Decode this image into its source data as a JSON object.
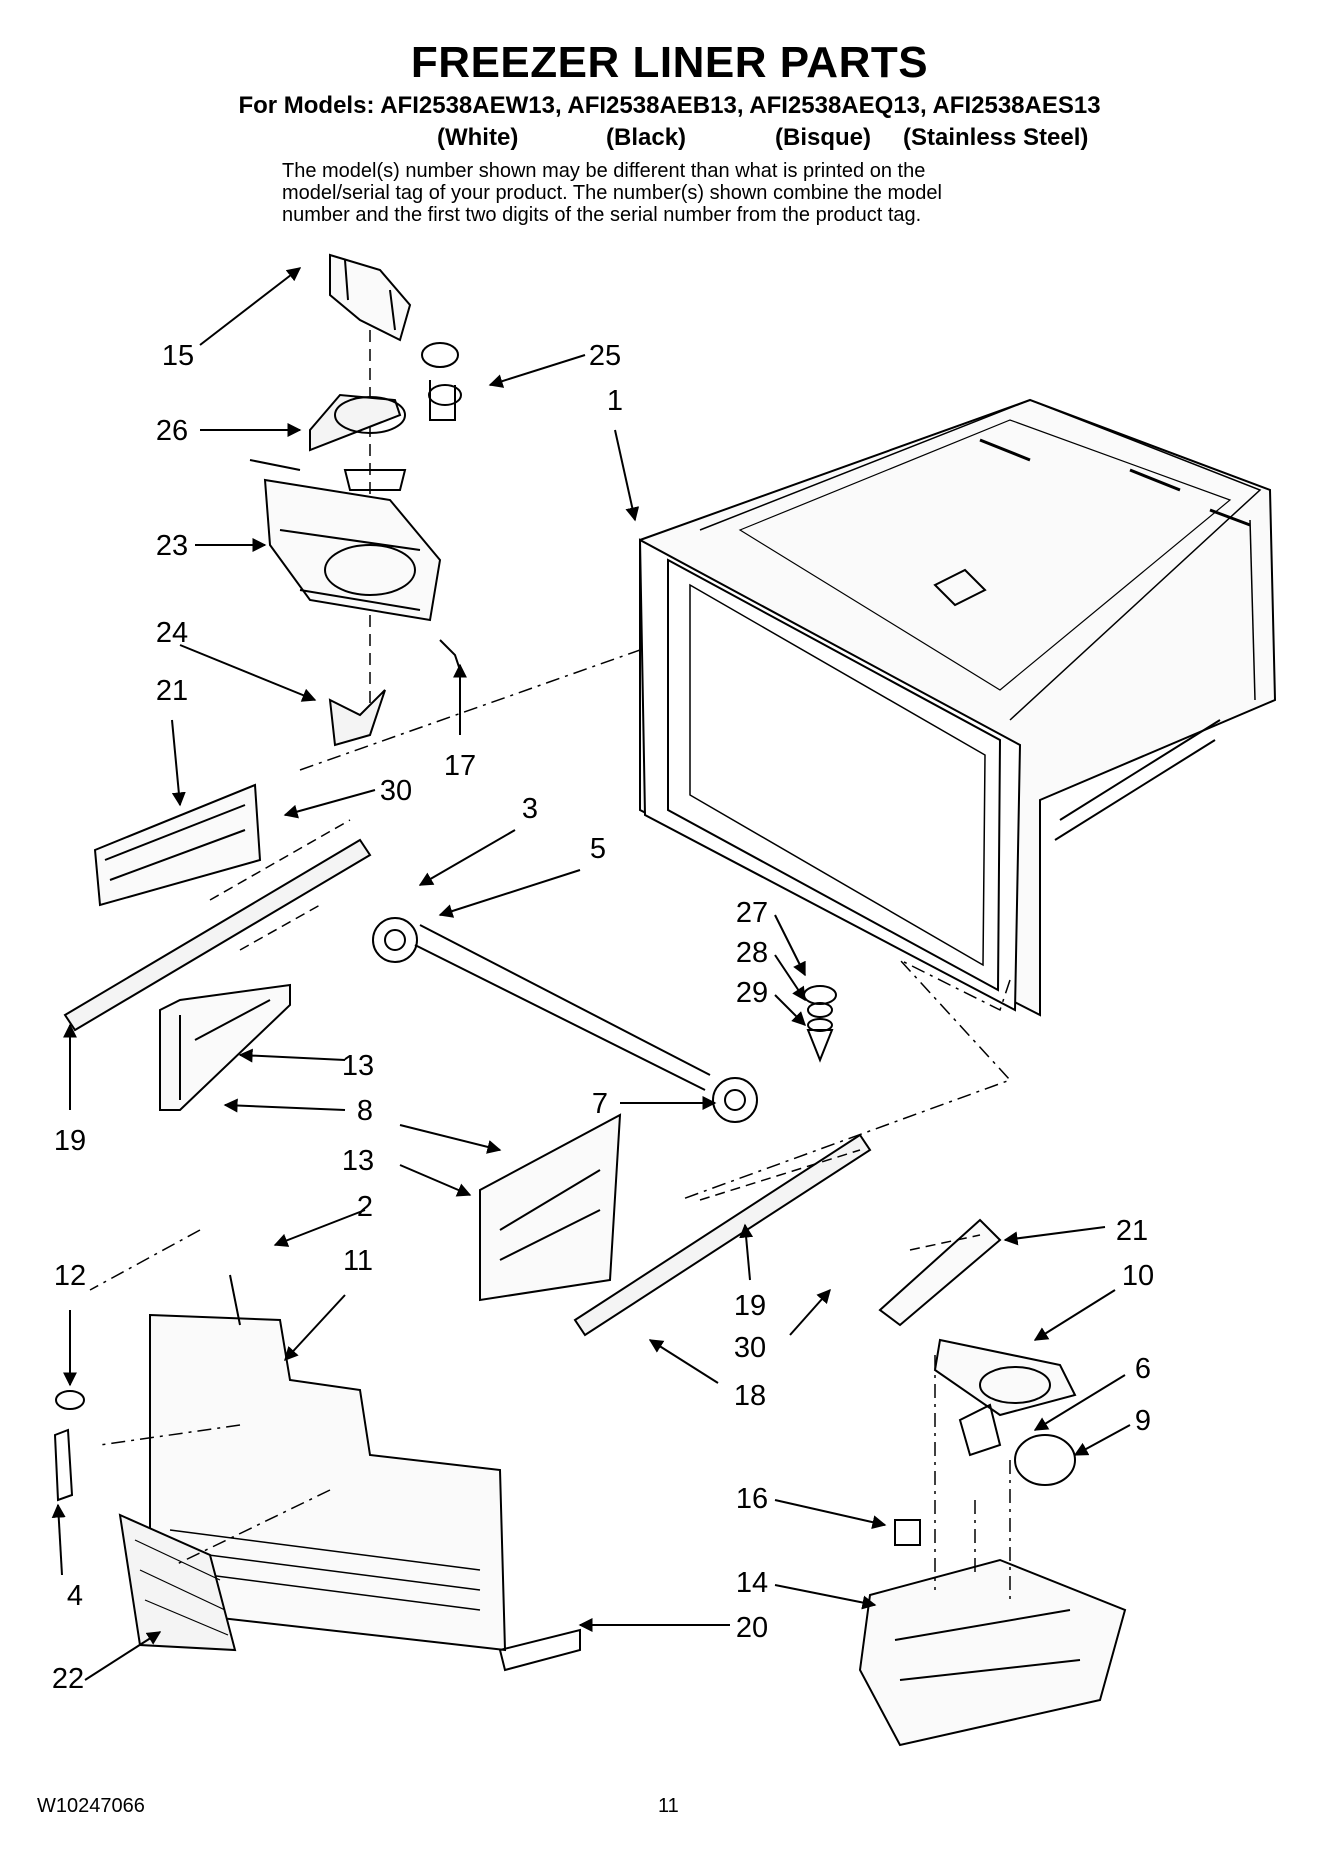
{
  "header": {
    "title": "FREEZER LINER PARTS",
    "models_line": "For Models: AFI2538AEW13, AFI2538AEB13, AFI2538AEQ13, AFI2538AES13",
    "variants": [
      "(White)",
      "(Black)",
      "(Bisque)",
      "(Stainless Steel)"
    ],
    "notice_lines": [
      "The model(s) number shown may be different than what is printed on the",
      "model/serial tag of your product. The number(s) shown combine the model",
      "number and the first two digits of the serial number from the product tag."
    ]
  },
  "callouts": [
    "15",
    "25",
    "26",
    "1",
    "23",
    "24",
    "21",
    "17",
    "30",
    "3",
    "5",
    "27",
    "28",
    "29",
    "13",
    "19",
    "8",
    "7",
    "13",
    "2",
    "21",
    "12",
    "11",
    "19",
    "30",
    "10",
    "18",
    "6",
    "9",
    "16",
    "14",
    "4",
    "20",
    "22"
  ],
  "footer": {
    "doc_number": "W10247066",
    "page_number": "11"
  }
}
